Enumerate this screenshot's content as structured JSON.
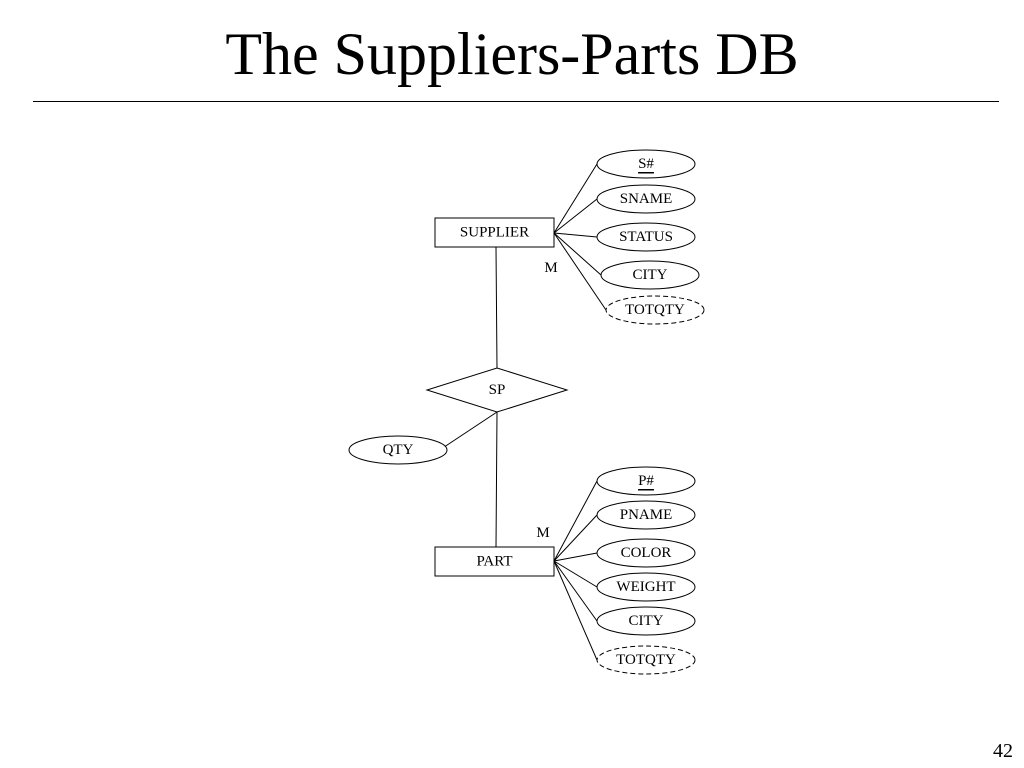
{
  "slide": {
    "title": "The Suppliers-Parts DB",
    "page_number": "42"
  },
  "diagram": {
    "entities": [
      {
        "id": "supplier",
        "label": "SUPPLIER"
      },
      {
        "id": "part",
        "label": "PART"
      }
    ],
    "relationships": [
      {
        "id": "sp",
        "label": "SP"
      }
    ],
    "attributes": [
      {
        "id": "s-num",
        "label": "S#",
        "owner": "supplier",
        "key": true,
        "derived": false
      },
      {
        "id": "sname",
        "label": "SNAME",
        "owner": "supplier",
        "key": false,
        "derived": false
      },
      {
        "id": "status",
        "label": "STATUS",
        "owner": "supplier",
        "key": false,
        "derived": false
      },
      {
        "id": "s-city",
        "label": "CITY",
        "owner": "supplier",
        "key": false,
        "derived": false
      },
      {
        "id": "s-totqty",
        "label": "TOTQTY",
        "owner": "supplier",
        "key": false,
        "derived": true
      },
      {
        "id": "qty",
        "label": "QTY",
        "owner": "sp",
        "key": false,
        "derived": false
      },
      {
        "id": "p-num",
        "label": "P#",
        "owner": "part",
        "key": true,
        "derived": false
      },
      {
        "id": "pname",
        "label": "PNAME",
        "owner": "part",
        "key": false,
        "derived": false
      },
      {
        "id": "color",
        "label": "COLOR",
        "owner": "part",
        "key": false,
        "derived": false
      },
      {
        "id": "weight",
        "label": "WEIGHT",
        "owner": "part",
        "key": false,
        "derived": false
      },
      {
        "id": "p-city",
        "label": "CITY",
        "owner": "part",
        "key": false,
        "derived": false
      },
      {
        "id": "p-totqty",
        "label": "TOTQTY",
        "owner": "part",
        "key": false,
        "derived": true
      }
    ],
    "cardinalities": [
      {
        "id": "supplier-sp",
        "label": "M"
      },
      {
        "id": "part-sp",
        "label": "M"
      }
    ]
  }
}
